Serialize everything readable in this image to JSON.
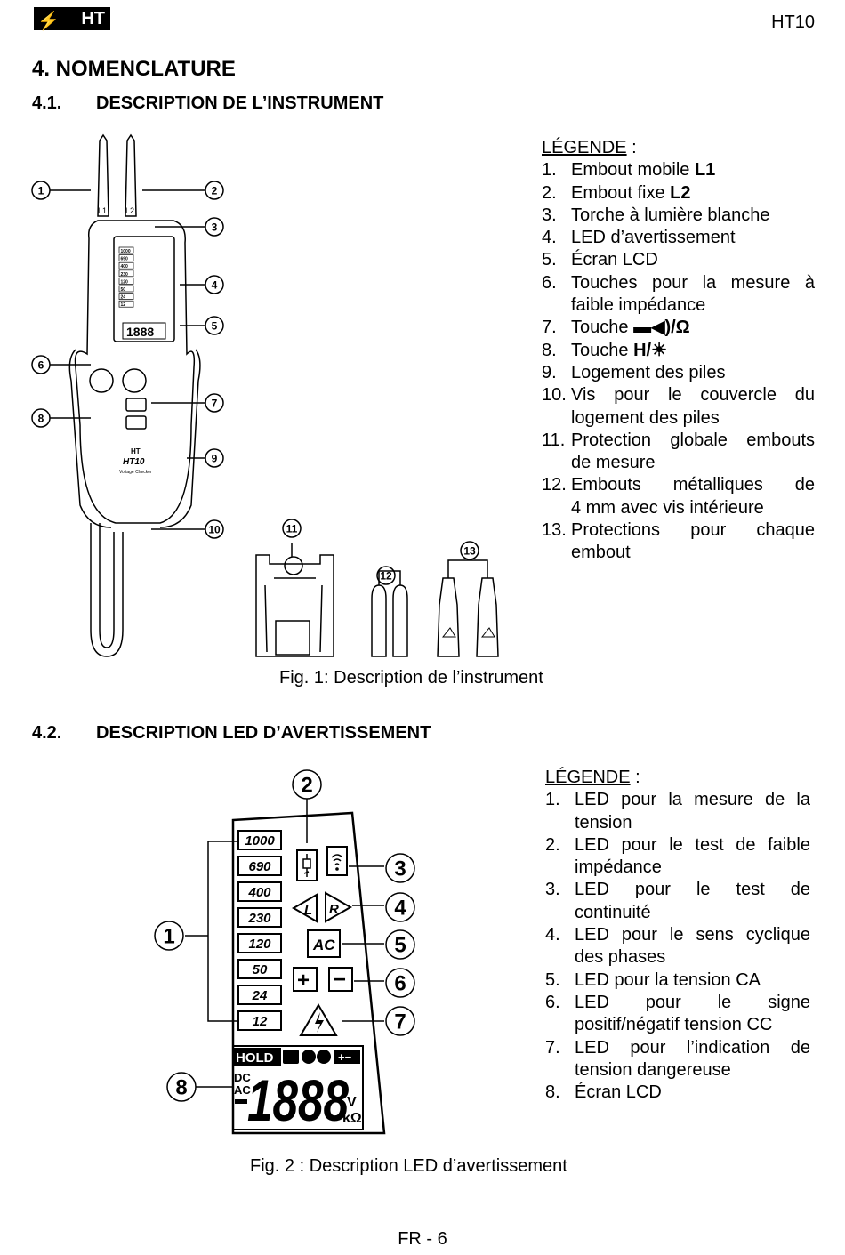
{
  "header": {
    "logo_text": "HT",
    "model": "HT10"
  },
  "section_title": "4.  NOMENCLATURE",
  "sub1": {
    "num": "4.1.",
    "title": "DESCRIPTION DE L’INSTRUMENT"
  },
  "legend1": {
    "title": "LÉGENDE",
    "title_suffix": " :",
    "items": [
      {
        "n": "1.",
        "text": "Embout mobile ",
        "bold": "L1"
      },
      {
        "n": "2.",
        "text": "Embout fixe ",
        "bold": "L2"
      },
      {
        "n": "3.",
        "text": "Torche à lumière blanche"
      },
      {
        "n": "4.",
        "text": "LED d’avertissement"
      },
      {
        "n": "5.",
        "text": "Écran LCD"
      },
      {
        "n": "6.",
        "line1": "Touches pour la mesure à",
        "line2": "faible impédance"
      },
      {
        "n": "7.",
        "text": "Touche ",
        "symbol": "▬◀)/Ω"
      },
      {
        "n": "8.",
        "text": "Touche ",
        "bold": "H/",
        "symbol2": "☀"
      },
      {
        "n": "9.",
        "text": "Logement des piles"
      },
      {
        "n": "10.",
        "line1": "Vis pour le couvercle du",
        "line2": "logement des piles"
      },
      {
        "n": "11.",
        "line1": "Protection globale embouts",
        "line2": "de mesure"
      },
      {
        "n": "12.",
        "line1": "Embouts métalliques de",
        "line2": "4 mm avec vis intérieure"
      },
      {
        "n": "13.",
        "line1": "Protections pour chaque",
        "line2": "embout"
      }
    ]
  },
  "fig1": {
    "caption": "Fig. 1: Description de l’instrument",
    "callouts": [
      "1",
      "2",
      "3",
      "4",
      "5",
      "6",
      "7",
      "8",
      "9",
      "10",
      "11",
      "12",
      "13"
    ],
    "probe_labels": [
      "L1",
      "L2"
    ],
    "body_labels": {
      "brand": "HT",
      "model": "HT10",
      "subtitle": "Voltage Checker"
    },
    "lcd_values": [
      "1000",
      "690",
      "400",
      "230",
      "120",
      "50",
      "24",
      "12"
    ],
    "lcd_digits": "1888"
  },
  "sub2": {
    "num": "4.2.",
    "title": "DESCRIPTION LED D’AVERTISSEMENT"
  },
  "legend2": {
    "title": "LÉGENDE",
    "title_suffix": " :",
    "items": [
      {
        "n": "1.",
        "line1": "LED pour la mesure de la",
        "line2": "tension"
      },
      {
        "n": "2.",
        "line1": "LED pour le test de faible",
        "line2": "impédance"
      },
      {
        "n": "3.",
        "line1": "LED pour le test de",
        "line2": "continuité"
      },
      {
        "n": "4.",
        "line1": "LED pour le sens cyclique",
        "line2": "des phases"
      },
      {
        "n": "5.",
        "text": "LED pour la tension CA"
      },
      {
        "n": "6.",
        "line1": "LED pour le signe",
        "line2": "positif/négatif tension CC"
      },
      {
        "n": "7.",
        "line1": "LED pour l’indication de",
        "line2": "tension dangereuse"
      },
      {
        "n": "8.",
        "text": "Écran LCD"
      }
    ]
  },
  "fig2": {
    "caption": "Fig. 2 : Description LED d’avertissement",
    "callouts": [
      "1",
      "2",
      "3",
      "4",
      "5",
      "6",
      "7",
      "8"
    ],
    "voltage_values": [
      "1000",
      "690",
      "400",
      "230",
      "120",
      "50",
      "24",
      "12"
    ],
    "ac_label": "AC",
    "plus": "+",
    "minus": "−",
    "phase_l": "L",
    "phase_r": "R",
    "hold": "HOLD",
    "dc": "DC",
    "ac_small": "AC",
    "digits": "1888",
    "unit_v": "V",
    "unit_kohm": "kΩ"
  },
  "footer": "FR - 6"
}
